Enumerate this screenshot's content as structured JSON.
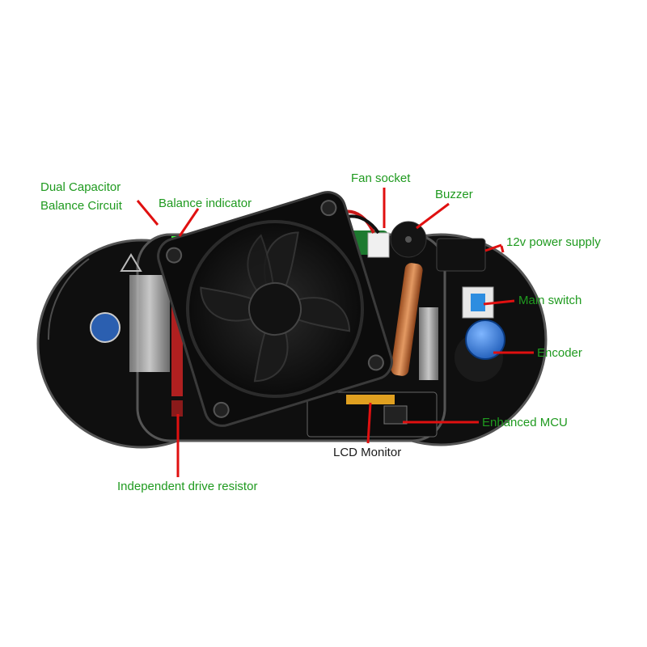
{
  "labels": {
    "dual_capacitor_line1": "Dual Capacitor",
    "dual_capacitor_line2": "Balance Circuit",
    "balance_indicator": "Balance indicator",
    "fan_socket": "Fan socket",
    "buzzer": "Buzzer",
    "power_supply": "12v power supply",
    "main_switch": "Main switch",
    "encoder": "Encoder",
    "enhanced_mcu": "Enhanced MCU",
    "lcd_monitor": "LCD Monitor",
    "drive_resistor": "Independent drive resistor"
  },
  "colors": {
    "label_green": "#1f9a1f",
    "pointer_red": "#e01010",
    "board_black": "#101010",
    "switch_blue": "#2d8de0",
    "knob_blue": "#3a7fd4"
  }
}
